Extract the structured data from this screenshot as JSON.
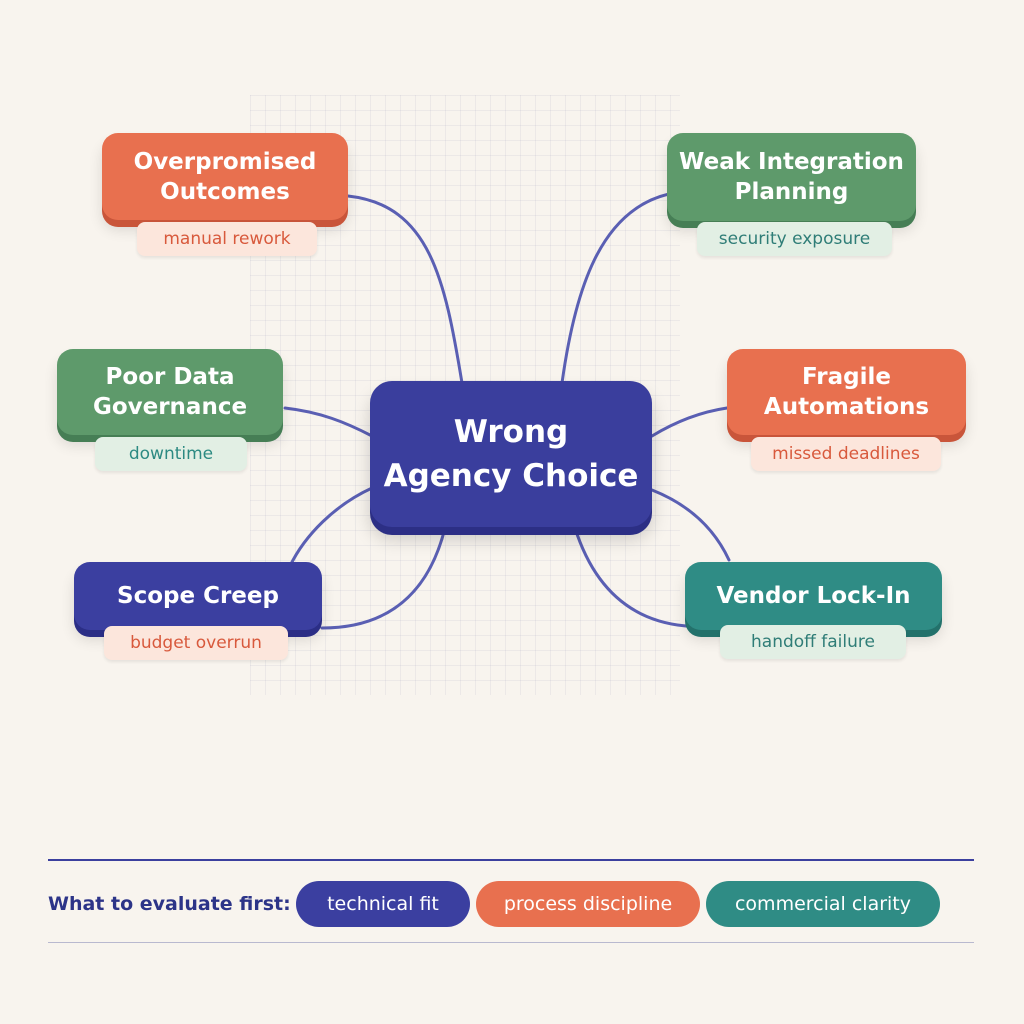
{
  "center": {
    "line1": "Wrong",
    "line2": "Agency Choice"
  },
  "nodes": [
    {
      "id": "overpromised",
      "line1": "Overpromised",
      "line2": "Outcomes",
      "sub": "manual rework",
      "color": "#e8704f"
    },
    {
      "id": "poor-data",
      "line1": "Poor Data",
      "line2": "Governance",
      "sub": "downtime",
      "color": "#5e9a6b"
    },
    {
      "id": "scope-creep",
      "line1": "Scope Creep",
      "line2": "",
      "sub": "budget overrun",
      "color": "#3b3fa0"
    },
    {
      "id": "weak-integration",
      "line1": "Weak Integration",
      "line2": "Planning",
      "sub": "security exposure",
      "color": "#5e9a6b"
    },
    {
      "id": "fragile",
      "line1": "Fragile",
      "line2": "Automations",
      "sub": "missed deadlines",
      "color": "#e8704f"
    },
    {
      "id": "vendor",
      "line1": "Vendor Lock-In",
      "line2": "",
      "sub": "handoff failure",
      "color": "#2f8c85"
    }
  ],
  "legend": {
    "label": "What to evaluate first:",
    "pills": [
      {
        "text": "technical fit",
        "color": "#3b3fa0"
      },
      {
        "text": "process discipline",
        "color": "#e8704f"
      },
      {
        "text": "commercial clarity",
        "color": "#2f8c85"
      }
    ]
  },
  "colors": {
    "background": "#f8f4ee",
    "connector": "#5a5fb3",
    "rule": "#3b3f9e"
  }
}
